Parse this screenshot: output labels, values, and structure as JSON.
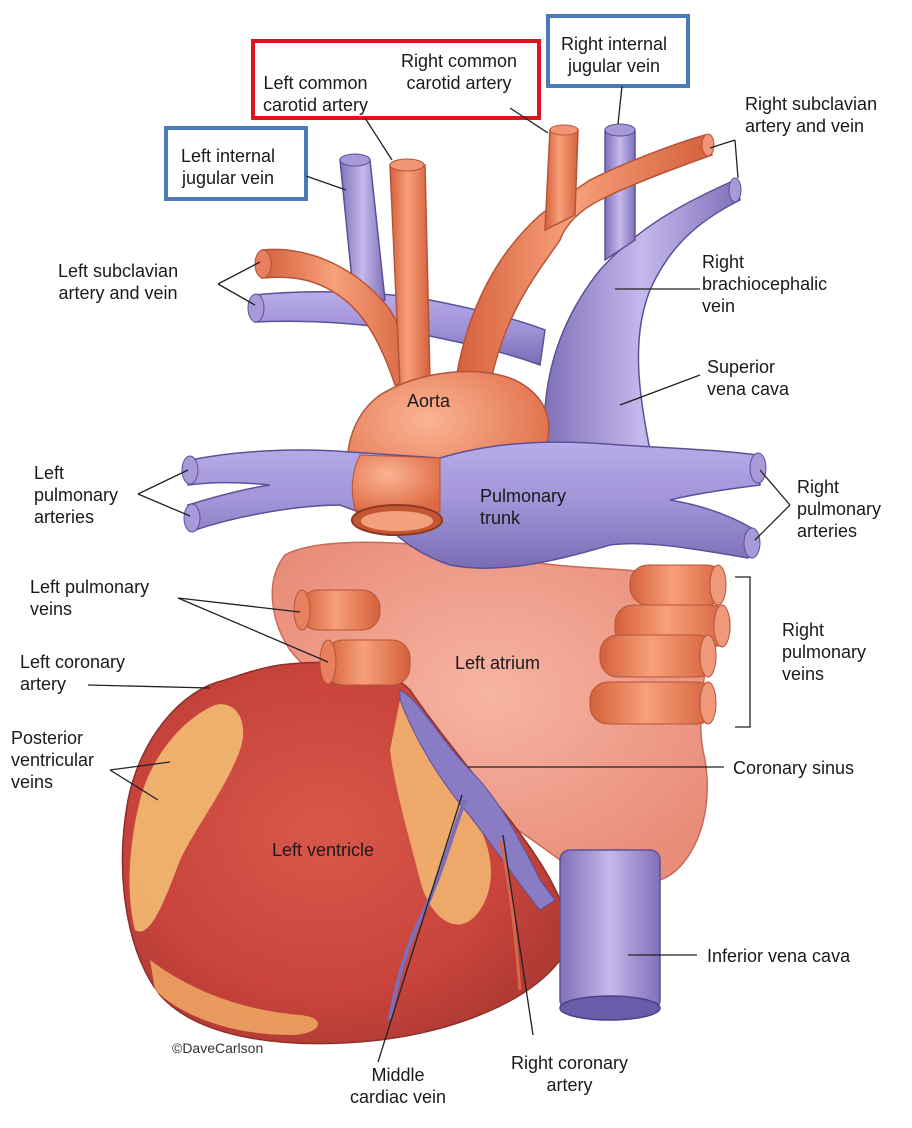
{
  "labels": {
    "left_common_carotid": "Left common\ncarotid artery",
    "right_common_carotid": "Right common\ncarotid artery",
    "right_internal_jugular": "Right internal\njugular vein",
    "left_internal_jugular": "Left internal\njugular vein",
    "right_subclavian": "Right subclavian\nartery and vein",
    "left_subclavian": "Left subclavian\nartery and vein",
    "right_brachiocephalic": "Right\nbrachiocephalic\nvein",
    "superior_vena_cava": "Superior\nvena cava",
    "aorta": "Aorta",
    "left_pulmonary_arteries": "Left\npulmonary\narteries",
    "pulmonary_trunk": "Pulmonary\ntrunk",
    "right_pulmonary_arteries": "Right\npulmonary\narteries",
    "left_pulmonary_veins": "Left pulmonary\nveins",
    "left_coronary_artery": "Left coronary\nartery",
    "left_atrium": "Left atrium",
    "right_pulmonary_veins": "Right\npulmonary\nveins",
    "posterior_ventricular_veins": "Posterior\nventricular\nveins",
    "coronary_sinus": "Coronary sinus",
    "left_ventricle": "Left ventricle",
    "inferior_vena_cava": "Inferior vena cava",
    "middle_cardiac_vein": "Middle\ncardiac vein",
    "right_coronary_artery": "Right coronary\nartery",
    "credit": "©DaveCarlson"
  },
  "colors": {
    "highlight_red": "#e0141e",
    "highlight_blue": "#4a7ab8",
    "artery": "#ef8a5e",
    "vein": "#9b8fcf",
    "heart": "#e9725e",
    "atrium": "#f3a392",
    "fat": "#f6c276"
  }
}
